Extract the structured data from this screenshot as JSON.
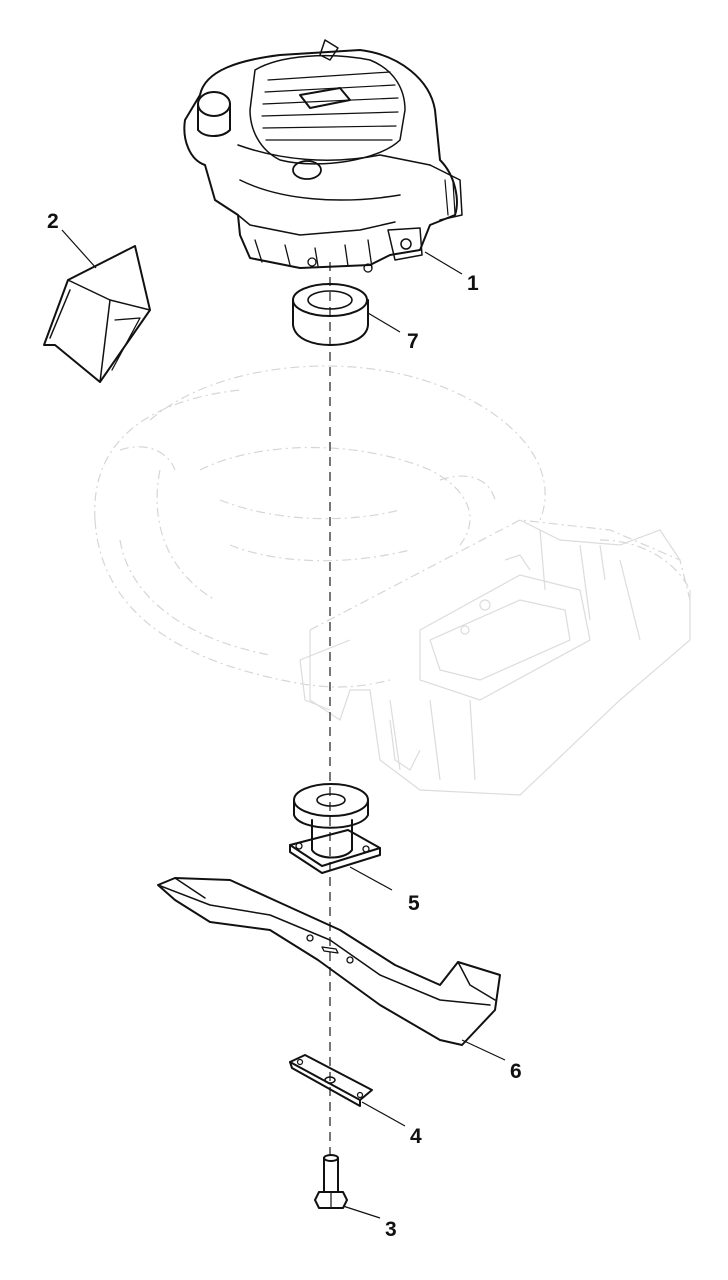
{
  "diagram": {
    "type": "exploded-parts-diagram",
    "callouts": [
      {
        "id": "1",
        "label": "1",
        "part": "engine"
      },
      {
        "id": "2",
        "label": "2",
        "part": "chute-flap"
      },
      {
        "id": "3",
        "label": "3",
        "part": "bolt"
      },
      {
        "id": "4",
        "label": "4",
        "part": "blade-washer"
      },
      {
        "id": "5",
        "label": "5",
        "part": "blade-adapter"
      },
      {
        "id": "6",
        "label": "6",
        "part": "blade"
      },
      {
        "id": "7",
        "label": "7",
        "part": "spacer-ring"
      }
    ],
    "colors": {
      "ink": "#111111",
      "ghost": "#d6d6d6",
      "background": "#ffffff"
    }
  }
}
